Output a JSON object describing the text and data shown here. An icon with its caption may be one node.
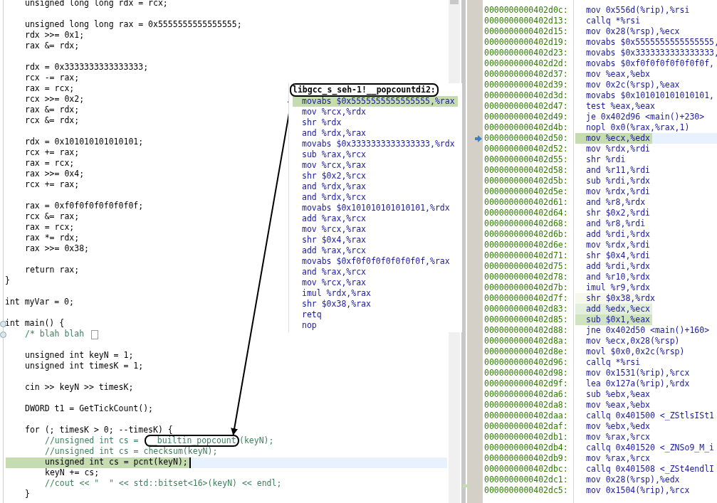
{
  "diagram": {
    "nodes": [
      {
        "text": [
          "libgcc_s_seh-1!__popcountdi2:"
        ]
      },
      {
        "text": [
          "__builtin_popcount"
        ]
      }
    ],
    "edges": [
      {
        "from": 1,
        "to": 0,
        "arrow": "both"
      }
    ],
    "labels": [
      "unsigned long long rdx = rcx;",
      "unsigned long long rax = 0x5555555555555555;",
      "rdx >>= 0x1;",
      "rax &= rdx;",
      "rdx = 0x3333333333333333;",
      "rcx -= rax;",
      "rax = rcx;",
      "rcx >>= 0x2;",
      "rax &= rdx;",
      "rcx &= rdx;",
      "rdx = 0x101010101010101;",
      "rcx += rax;",
      "rax = rcx;",
      "rax >>= 0x4;",
      "rcx += rax;",
      "rax = 0xf0f0f0f0f0f0f0f;",
      "rcx &= rax;",
      "rax = rcx;",
      "rax *= rdx;",
      "rax >>= 0x38;",
      "return rax;",
      "}",
      "int myVar = 0;",
      "int main() {",
      "/* blah blah",
      "unsigned int keyN = 1;",
      "unsigned int timesK = 1;",
      "cin >> keyN >> timesK;",
      "DWORD t1 = GetTickCount();",
      "for (; timesK > 0; --timesK) {",
      "//unsigned int cs =",
      "(keyN);",
      "//unsigned int cs = checksum(keyN);",
      "unsigned int cs = pcnt(keyN);",
      "keyN += cs;",
      "//cout << \"  \" << std::bitset<16>(keyN) << endl;",
      "}",
      "movabs $0x5555555555555555,%rax",
      "mov %rcx,%rdx",
      "shr %rdx",
      "and %rdx,%rax",
      "movabs $0x3333333333333333,%rdx",
      "sub %rax,%rcx",
      "mov %rcx,%rax",
      "shr $0x2,%rcx",
      "and %rdx,%rax",
      "and %rdx,%rcx",
      "movabs $0x101010101010101,%rdx",
      "add %rax,%rcx",
      "mov %rcx,%rax",
      "shr $0x4,%rax",
      "add %rax,%rcx",
      "movabs $0xf0f0f0f0f0f0f0f,%rax",
      "and %rax,%rcx",
      "mov %rcx,%rax",
      "imul %rdx,%rax",
      "shr $0x38,%rax",
      "retq",
      "nop",
      "0000000000402d0c:",
      "mov 0x556d(%rip),%rsi",
      "0000000000402d13:",
      "callq *%rsi",
      "0000000000402d15:",
      "mov 0x28(%rsp),%ecx",
      "0000000000402d19:",
      "movabs $0x5555555555555555,",
      "0000000000402d23:",
      "movabs $0x3333333333333333,",
      "0000000000402d2d:",
      "movabs $0xf0f0f0f0f0f0f0f,",
      "0000000000402d37:",
      "mov %eax,%ebx",
      "0000000000402d39:",
      "mov 0x2c(%rsp),%eax",
      "0000000000402d3d:",
      "movabs $0x101010101010101,",
      "0000000000402d47:",
      "test %eax,%eax",
      "0000000000402d49:",
      "je 0x402d96 <main()+230>",
      "0000000000402d4b:",
      "nopl 0x0(%rax,%rax,1)",
      "0000000000402d50:",
      "mov %ecx,%edx",
      "0000000000402d52:",
      "mov %rdx,%rdi",
      "0000000000402d55:",
      "shr %rdi",
      "0000000000402d58:",
      "and %r11,%rdi",
      "0000000000402d5b:",
      "sub %rdi,%rdx",
      "0000000000402d5e:",
      "mov %rdx,%rdi",
      "0000000000402d61:",
      "and %r8,%rdx",
      "0000000000402d64:",
      "shr $0x2,%rdi",
      "0000000000402d68:",
      "and %r8,%rdi",
      "0000000000402d6b:",
      "add %rdi,%rdx",
      "0000000000402d6e:",
      "mov %rdx,%rdi",
      "0000000000402d71:",
      "shr $0x4,%rdi",
      "0000000000402d75:",
      "add %rdi,%rdx",
      "0000000000402d78:",
      "and %r10,%rdx",
      "0000000000402d7b:",
      "imul %r9,%rdx",
      "0000000000402d7f:",
      "shr $0x38,%rdx",
      "0000000000402d83:",
      "add %edx,%ecx",
      "0000000000402d85:",
      "sub $0x1,%eax",
      "0000000000402d88:",
      "jne 0x402d50 <main()+160>",
      "0000000000402d8a:",
      "mov %ecx,0x28(%rsp)",
      "0000000000402d8e:",
      "movl $0x0,0x2c(%rsp)",
      "0000000000402d96:",
      "callq *%rsi",
      "0000000000402d98:",
      "mov 0x1531(%rip),%rcx",
      "0000000000402d9f:",
      "lea 0x127a(%rip),%rdx",
      "0000000000402da6:",
      "sub %ebx,%eax",
      "0000000000402da8:",
      "mov %eax,%ebx",
      "0000000000402daa:",
      "callq 0x401500 <_ZStlsISt1",
      "0000000000402daf:",
      "mov %ebx,%edx",
      "0000000000402db1:",
      "mov %rax,%rcx",
      "0000000000402db4:",
      "callq 0x401520 <_ZNSo9_M_i",
      "0000000000402db9:",
      "mov %rax,%rcx",
      "0000000000402dbc:",
      "callq 0x401508 <_ZSt4endlI",
      "0000000000402dc1:",
      "mov 0x28(%rsp),%edx",
      "0000000000402dc5:",
      "mov 0x1504(%rip),%rcx"
    ]
  }
}
